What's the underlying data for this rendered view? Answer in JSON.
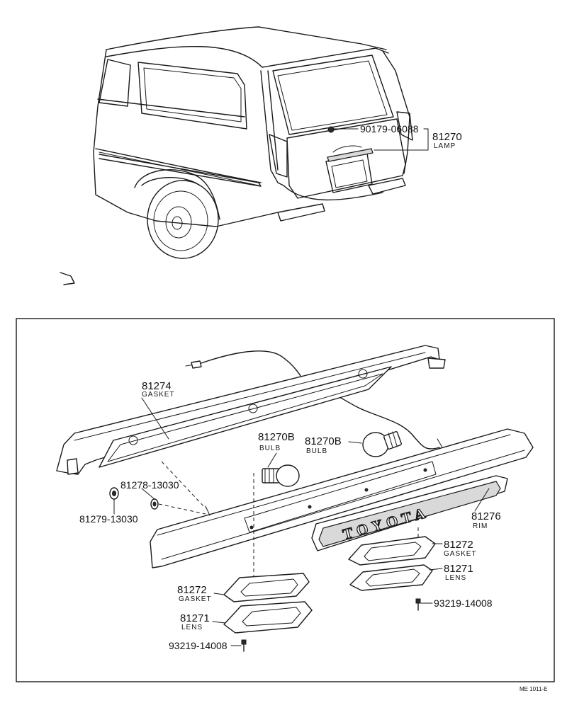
{
  "parts": {
    "p90179": {
      "number": "90179-06088",
      "name": ""
    },
    "p81270": {
      "number": "81270",
      "name": "LAMP"
    },
    "p81274": {
      "number": "81274",
      "name": "GASKET"
    },
    "p81270b_left": {
      "number": "81270B",
      "name": "BULB"
    },
    "p81270b_right": {
      "number": "81270B",
      "name": "BULB"
    },
    "p81278": {
      "number": "81278-13030",
      "name": ""
    },
    "p81279": {
      "number": "81279-13030",
      "name": ""
    },
    "p81276": {
      "number": "81276",
      "name": "RIM"
    },
    "p81272_right": {
      "number": "81272",
      "name": "GASKET"
    },
    "p81271_right": {
      "number": "81271",
      "name": "LENS"
    },
    "p93219_right": {
      "number": "93219-14008",
      "name": ""
    },
    "p81272_left": {
      "number": "81272",
      "name": "GASKET"
    },
    "p81271_left": {
      "number": "81271",
      "name": "LENS"
    },
    "p93219_left": {
      "number": "93219-14008",
      "name": ""
    }
  },
  "rim_brand": "TOYOTA",
  "figure_code": "ME 1011-E"
}
